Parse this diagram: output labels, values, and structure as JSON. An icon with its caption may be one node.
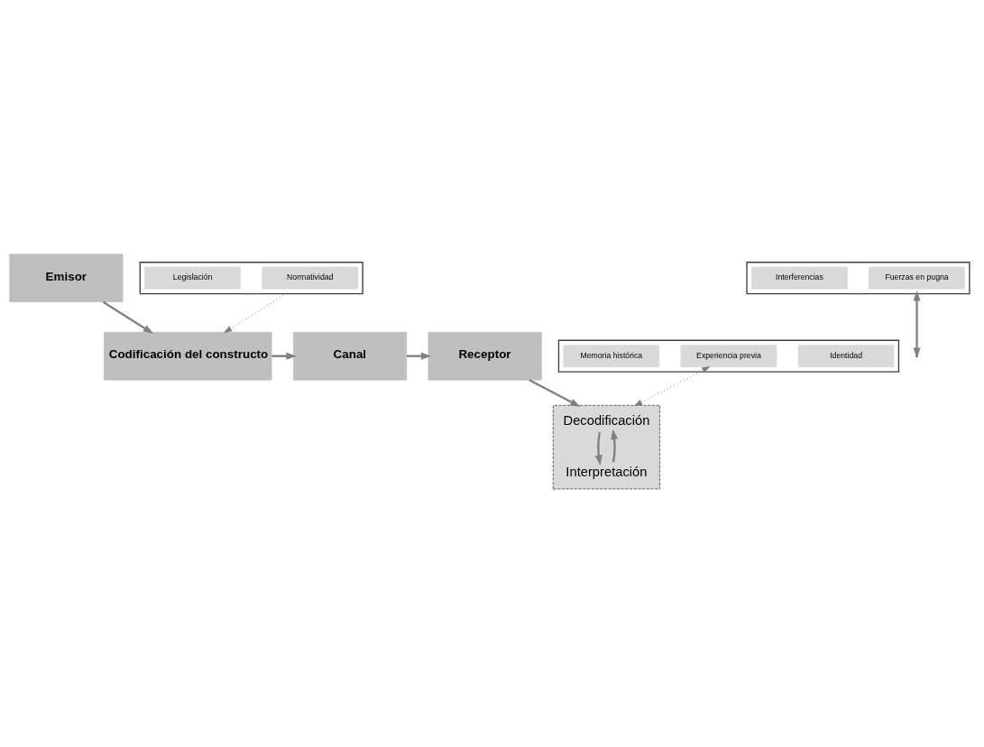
{
  "diagram": {
    "nodes": [
      {
        "text": [
          "Emisor"
        ]
      },
      {
        "text": [
          "Codificación del constructo"
        ]
      },
      {
        "text": [
          "Canal"
        ]
      },
      {
        "text": [],
        "shape": "box"
      },
      {
        "text": [
          "Fuerzas en pugna"
        ],
        "in": 3
      },
      {
        "text": [
          "Interferencias"
        ],
        "in": 3
      },
      {
        "text": [
          "Receptor"
        ]
      },
      {
        "text": [],
        "shape": "box"
      },
      {
        "text": [
          "Decodificación"
        ],
        "in": 7
      },
      {
        "text": [
          "Interpretación"
        ],
        "in": 7
      },
      {
        "text": [],
        "shape": "box"
      },
      {
        "text": [
          "Identidad"
        ],
        "in": 10
      },
      {
        "text": [
          "Experiencia previa"
        ],
        "in": 10
      },
      {
        "text": [
          "Memoria histórica"
        ],
        "in": 10
      },
      {
        "text": [],
        "shape": "box"
      },
      {
        "text": [
          "Normatividad"
        ],
        "in": 14
      },
      {
        "text": [
          "Legislación"
        ],
        "in": 14
      }
    ],
    "edges": [
      {
        "from": 0,
        "to": 1,
        "arrow": "to"
      },
      {
        "from": 1,
        "to": 2,
        "arrow": "to"
      },
      {
        "from": 2,
        "to": 6,
        "arrow": "to"
      },
      {
        "from": 3,
        "to": null,
        "arrow": "both"
      },
      {
        "from": 6,
        "to": 7,
        "arrow": "to"
      },
      {
        "from": 8,
        "to": 9,
        "arrow": "to"
      },
      {
        "from": 9,
        "to": 8,
        "arrow": "to"
      },
      {
        "from": 14,
        "to": 1,
        "arrow": "to",
        "style": "dashed"
      },
      {
        "from": 12,
        "to": 7,
        "arrow": "both",
        "style": "dashed"
      }
    ]
  }
}
